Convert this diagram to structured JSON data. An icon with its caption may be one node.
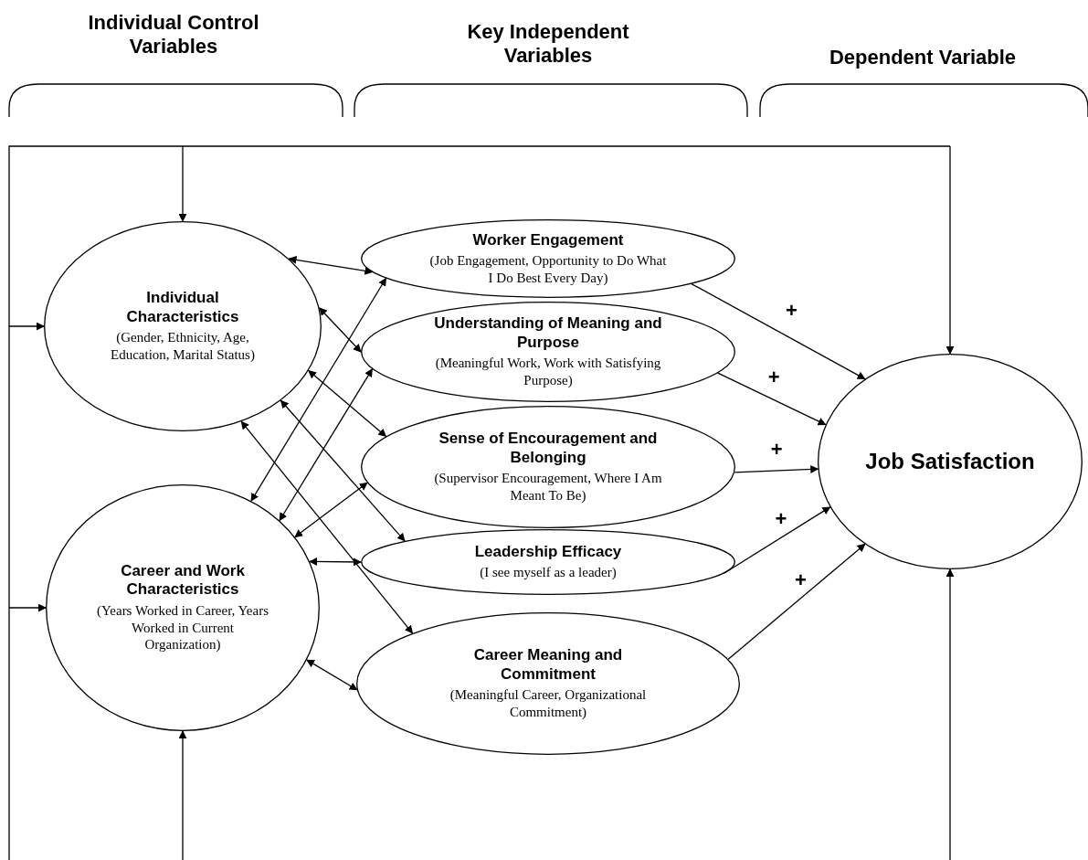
{
  "diagram": {
    "nodes": [
      {
        "text": [
          "Individual Characteristics",
          "(Gender, Ethnicity, Age, Education, Marital Status)"
        ]
      },
      {
        "text": [
          "Career and Work Characteristics",
          "(Years Worked in Career, Years Worked in Current Organization)"
        ]
      },
      {
        "text": [
          "Worker Engagement",
          "(Job Engagement, Opportunity to Do What I Do Best Every Day)"
        ]
      },
      {
        "text": [
          "Understanding of Meaning and Purpose",
          "(Meaningful Work, Work with Satisfying Purpose)"
        ]
      },
      {
        "text": [
          "Sense of Encouragement and Belonging",
          "(Supervisor Encouragement, Where I Am Meant To Be)"
        ]
      },
      {
        "text": [
          "Leadership Efficacy",
          "(I see myself as a leader)"
        ]
      },
      {
        "text": [
          "Career Meaning and Commitment",
          "(Meaningful Career, Organizational Commitment)"
        ]
      },
      {
        "text": [
          "Job Satisfaction"
        ]
      }
    ],
    "edges": [
      {
        "from": null,
        "to": 0,
        "arrow": "to"
      },
      {
        "from": null,
        "to": 0,
        "arrow": "to"
      },
      {
        "from": null,
        "to": 1,
        "arrow": "to"
      },
      {
        "from": null,
        "to": 1,
        "arrow": "to"
      },
      {
        "from": null,
        "to": 7,
        "arrow": "to"
      },
      {
        "from": null,
        "to": 7,
        "arrow": "to"
      },
      {
        "from": 0,
        "to": 2,
        "arrow": "both"
      },
      {
        "from": 0,
        "to": 3,
        "arrow": "both"
      },
      {
        "from": 0,
        "to": 4,
        "arrow": "both"
      },
      {
        "from": 0,
        "to": 5,
        "arrow": "both"
      },
      {
        "from": 0,
        "to": 6,
        "arrow": "both"
      },
      {
        "from": 1,
        "to": 2,
        "arrow": "both"
      },
      {
        "from": 1,
        "to": 3,
        "arrow": "both"
      },
      {
        "from": 1,
        "to": 4,
        "arrow": "both"
      },
      {
        "from": 1,
        "to": 5,
        "arrow": "both"
      },
      {
        "from": 1,
        "to": 6,
        "arrow": "both"
      },
      {
        "from": 2,
        "to": 7,
        "arrow": "to",
        "label": "+"
      },
      {
        "from": 3,
        "to": 7,
        "arrow": "to",
        "label": "+"
      },
      {
        "from": 4,
        "to": 7,
        "arrow": "to",
        "label": "+"
      },
      {
        "from": 5,
        "to": 7,
        "arrow": "to",
        "label": "+"
      },
      {
        "from": 6,
        "to": 7,
        "arrow": "to",
        "label": "+"
      }
    ],
    "labels": [
      "Individual Control Variables",
      "Key Independent Variables",
      "Dependent Variable"
    ]
  }
}
